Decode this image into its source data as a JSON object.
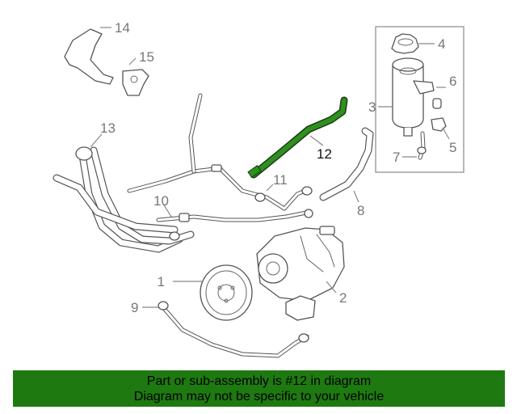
{
  "diagram": {
    "callouts": [
      "1",
      "2",
      "3",
      "4",
      "5",
      "6",
      "7",
      "8",
      "9",
      "10",
      "11",
      "12",
      "13",
      "14",
      "15"
    ],
    "highlighted_part": "12",
    "highlight_color": "#2f8f1f"
  },
  "footer": {
    "line1": "Part or sub-assembly is #12 in diagram",
    "line2": "Diagram may not be specific to your vehicle",
    "background": "#1e7a10"
  }
}
